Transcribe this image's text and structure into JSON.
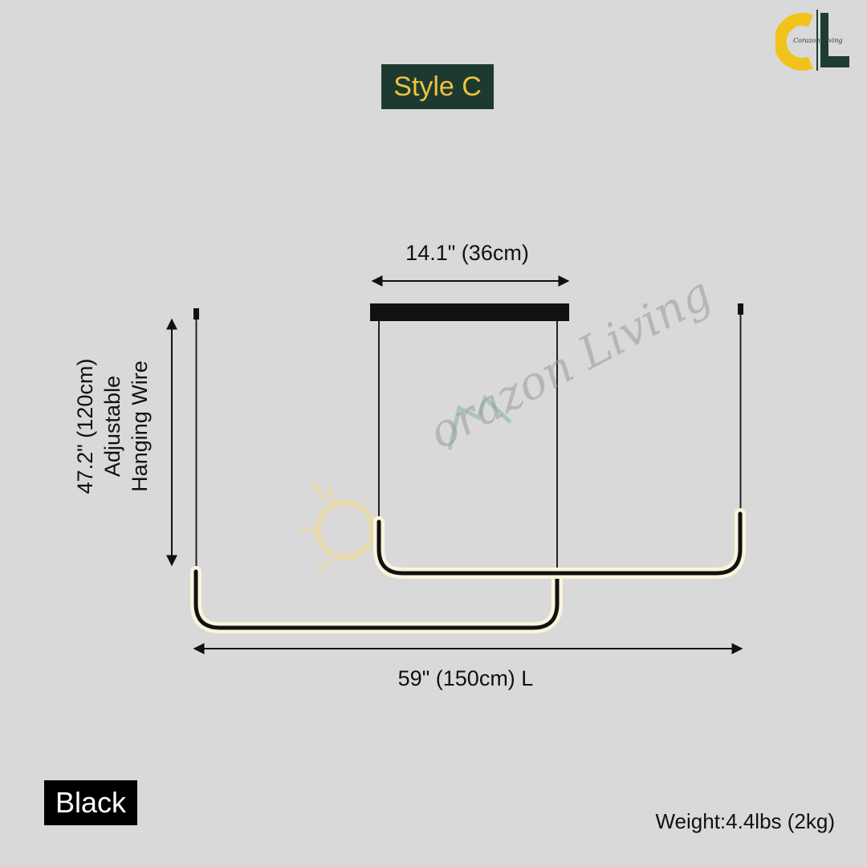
{
  "style_label": "Style C",
  "color_label": "Black",
  "weight": "Weight:4.4lbs (2kg)",
  "dimensions": {
    "canopy_width": "14.1\" (36cm)",
    "length": "59\" (150cm) L",
    "wire_length": "47.2\" (120cm)",
    "wire_note_line1": "Adjustable",
    "wire_note_line2": "Hanging Wire"
  },
  "brand": {
    "logo_text": "Corazon Living",
    "watermark_text": "orazon Living",
    "logo_icon": "cl-monogram-icon",
    "watermark_icon": "house-lightbulb-icon"
  },
  "colors": {
    "background": "#d9d9d9",
    "style_badge_bg": "#1c3a32",
    "style_badge_text": "#f0c23a",
    "fixture": "#111111",
    "led_glow": "#f6e9c8"
  }
}
